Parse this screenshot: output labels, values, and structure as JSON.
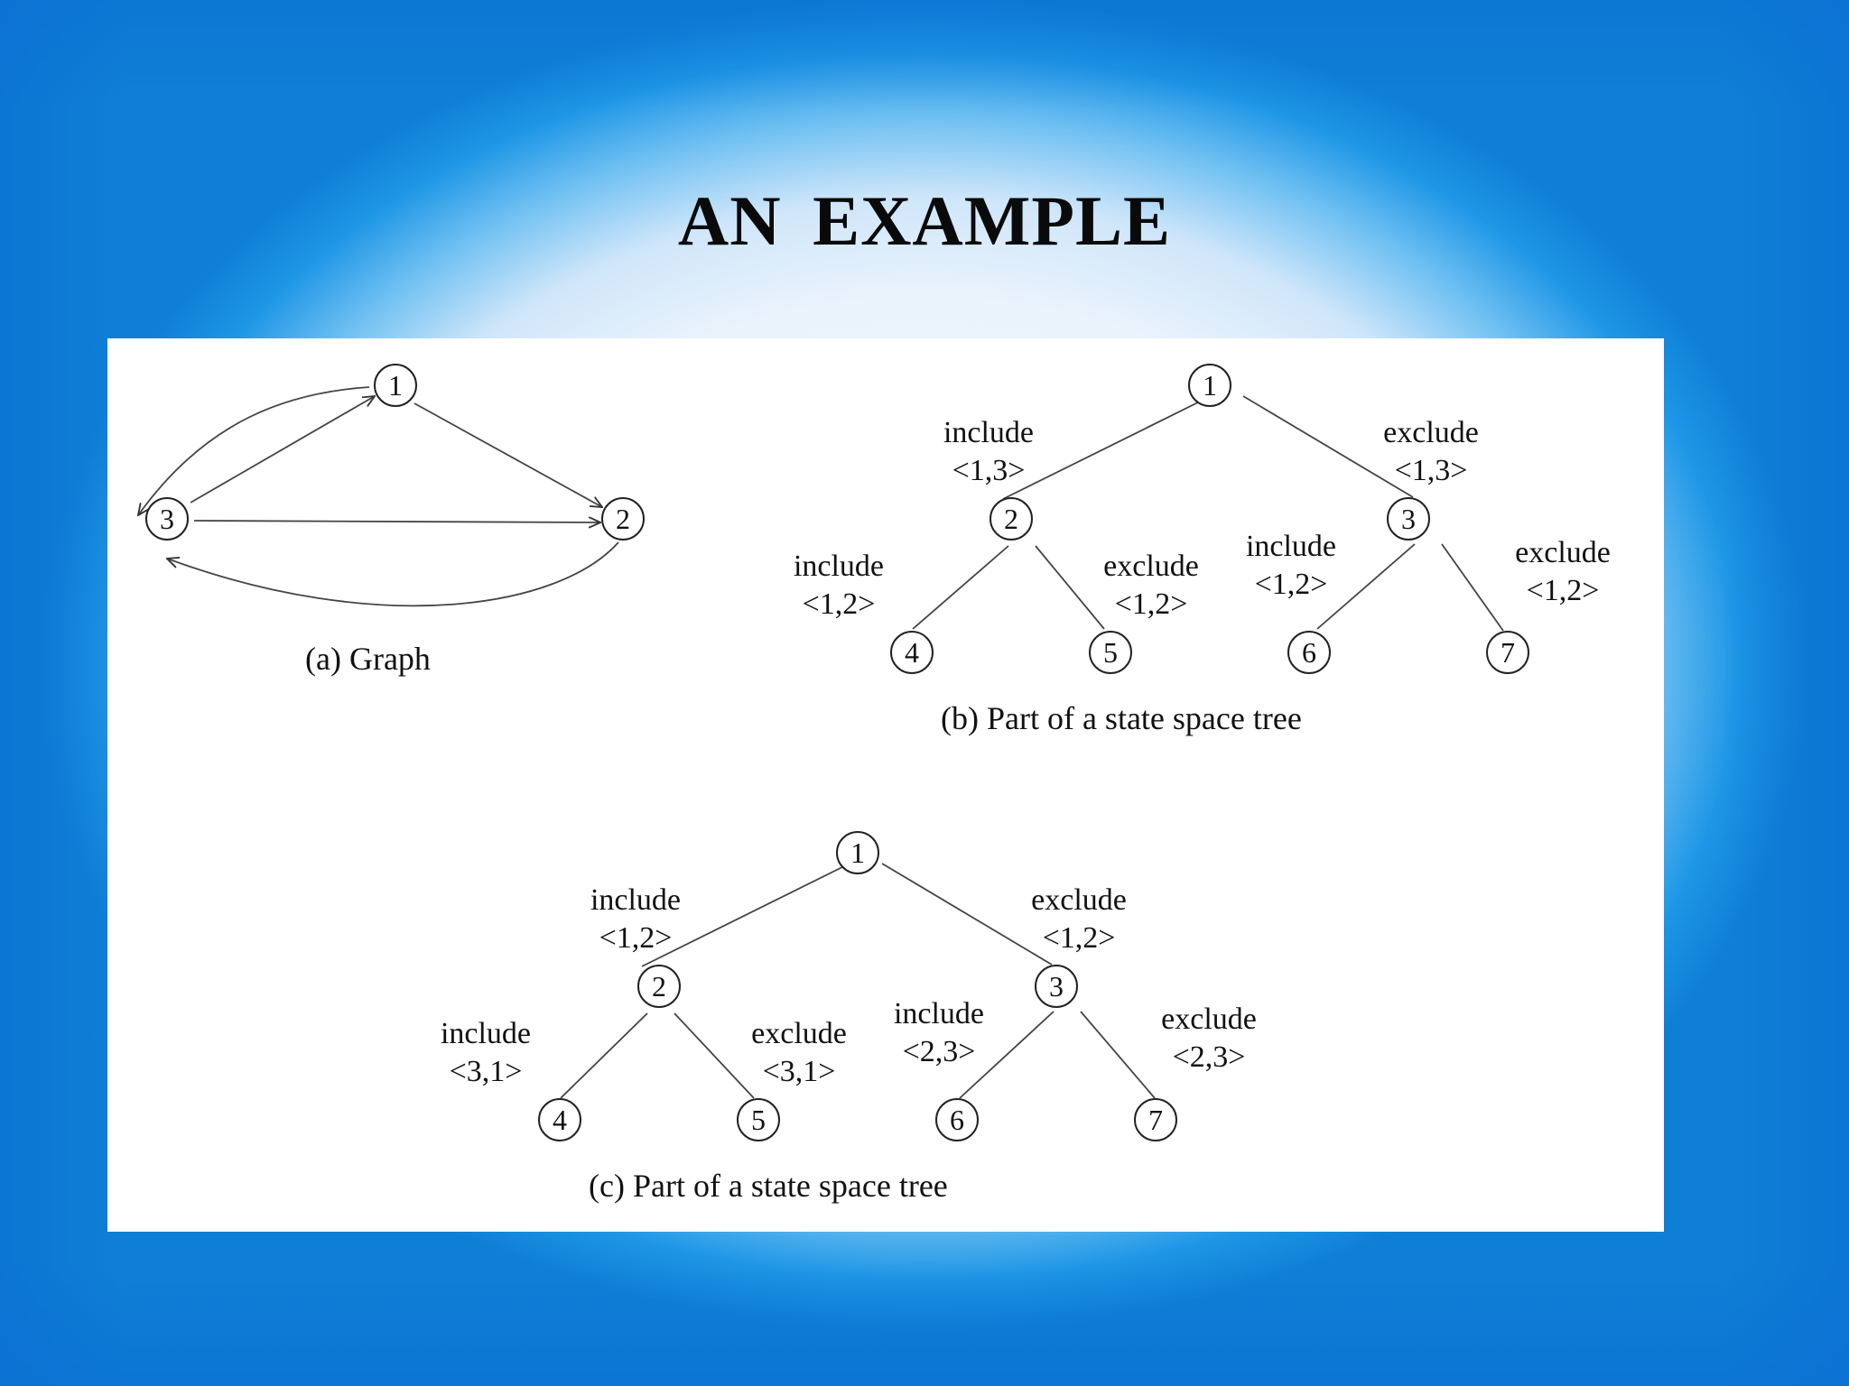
{
  "slide": {
    "title": "AN  EXAMPLE"
  },
  "graph_a": {
    "caption": "(a) Graph",
    "nodes": [
      "1",
      "2",
      "3"
    ],
    "edges": [
      {
        "from": "1",
        "to": "2"
      },
      {
        "from": "3",
        "to": "1"
      },
      {
        "from": "1",
        "to": "3"
      },
      {
        "from": "3",
        "to": "2"
      },
      {
        "from": "2",
        "to": "3"
      }
    ]
  },
  "tree_b": {
    "caption": "(b) Part of a state space tree",
    "nodes": [
      "1",
      "2",
      "3",
      "4",
      "5",
      "6",
      "7"
    ],
    "edge_labels": {
      "e1_2": {
        "action": "include",
        "pair": "<1,3>"
      },
      "e1_3": {
        "action": "exclude",
        "pair": "<1,3>"
      },
      "e2_4": {
        "action": "include",
        "pair": "<1,2>"
      },
      "e2_5": {
        "action": "exclude",
        "pair": "<1,2>"
      },
      "e3_6": {
        "action": "include",
        "pair": "<1,2>"
      },
      "e3_7": {
        "action": "exclude",
        "pair": "<1,2>"
      }
    }
  },
  "tree_c": {
    "caption": "(c) Part of a state space tree",
    "nodes": [
      "1",
      "2",
      "3",
      "4",
      "5",
      "6",
      "7"
    ],
    "edge_labels": {
      "e1_2": {
        "action": "include",
        "pair": "<1,2>"
      },
      "e1_3": {
        "action": "exclude",
        "pair": "<1,2>"
      },
      "e2_4": {
        "action": "include",
        "pair": "<3,1>"
      },
      "e2_5": {
        "action": "exclude",
        "pair": "<3,1>"
      },
      "e3_6": {
        "action": "include",
        "pair": "<2,3>"
      },
      "e3_7": {
        "action": "exclude",
        "pair": "<2,3>"
      }
    }
  }
}
